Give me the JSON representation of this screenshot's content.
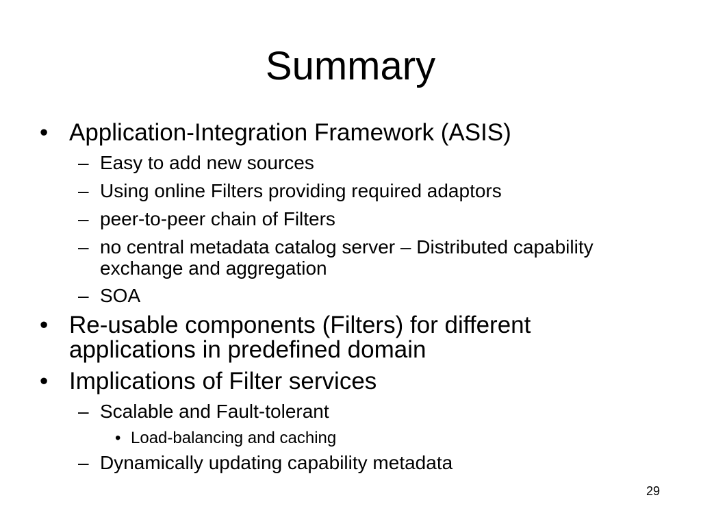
{
  "slide": {
    "title": "Summary",
    "page_number": "29",
    "bullets": [
      {
        "text": "Application-Integration Framework (ASIS)",
        "subs": [
          {
            "text": "Easy to add new sources"
          },
          {
            "text": "Using online Filters providing required adaptors"
          },
          {
            "text": "peer-to-peer chain of Filters"
          },
          {
            "text": "no central metadata catalog server – Distributed capability exchange and aggregation"
          },
          {
            "text": "SOA"
          }
        ]
      },
      {
        "text": "Re-usable components (Filters) for different applications in predefined domain"
      },
      {
        "text": "Implications of Filter services",
        "subs": [
          {
            "text": "Scalable and Fault-tolerant",
            "subs": [
              {
                "text": "Load-balancing and caching"
              }
            ]
          },
          {
            "text": "Dynamically updating capability metadata"
          }
        ]
      }
    ],
    "bullet_glyphs": {
      "level1": "•",
      "level2": "–",
      "level3": "•"
    }
  }
}
